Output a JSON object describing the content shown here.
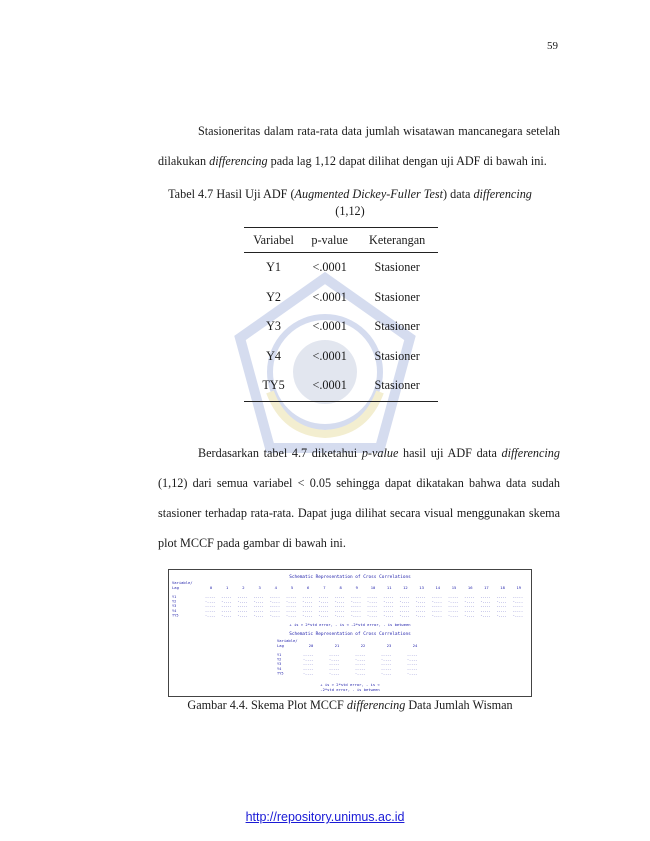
{
  "page_number": "59",
  "paragraph1": {
    "line1": "Stasioneritas dalam rata-rata data jumlah wisatawan mancanegara setelah",
    "line2_prefix": "dilakukan ",
    "line2_italic": "differencing",
    "line2_suffix": " pada lag 1,12 dapat dilihat dengan uji ADF di bawah ini."
  },
  "table_caption": {
    "prefix": "Tabel 4.7 Hasil Uji ADF (",
    "italic": "Augmented Dickey-Fuller Test",
    "mid": ") data ",
    "italic2": "differencing",
    "line2": "(1,12)"
  },
  "table": {
    "headers": [
      "Variabel",
      "p-value",
      "Keterangan"
    ],
    "rows": [
      [
        "Y1",
        "<.0001",
        "Stasioner"
      ],
      [
        "Y2",
        "<.0001",
        "Stasioner"
      ],
      [
        "Y3",
        "<.0001",
        "Stasioner"
      ],
      [
        "Y4",
        "<.0001",
        "Stasioner"
      ],
      [
        "TY5",
        "<.0001",
        "Stasioner"
      ]
    ]
  },
  "paragraph2": {
    "part1": "Berdasarkan tabel 4.7 diketahui ",
    "italic1": "p-value",
    "part2": " hasil uji ADF data ",
    "italic2": "differencing",
    "part3": " (1,12) dari semua variabel < 0.05 sehingga dapat dikatakan bahwa data sudah stasioner terhadap rata-rata. Dapat juga dilihat secara visual menggunakan skema plot MCCF pada gambar di bawah ini."
  },
  "figure": {
    "title1": "Schematic Representation of Cross Correlations",
    "var_label": "Variable/",
    "lag_label": "Lag",
    "lags1": [
      "0",
      "1",
      "2",
      "3",
      "4",
      "5",
      "6",
      "7",
      "8",
      "9",
      "10",
      "11",
      "12",
      "13",
      "14",
      "15",
      "16",
      "17",
      "18",
      "19"
    ],
    "vars": [
      "Y1",
      "Y2",
      "Y3",
      "Y4",
      "TY5"
    ],
    "legend1": "+ is > 2*std error,  - is < -2*std error,  . is between",
    "title2": "Schematic Representation of Cross Correlations",
    "lags2": [
      "20",
      "21",
      "22",
      "23",
      "24"
    ],
    "legend2a": "+ is > 2*std error,  - is <",
    "legend2b": "-2*std error,  . is between"
  },
  "figure_caption": {
    "prefix": "Gambar 4.4. Skema Plot MCCF ",
    "italic": "differencing",
    "suffix": " Data Jumlah Wisman"
  },
  "footer_link": "http://repository.unimus.ac.id",
  "colors": {
    "link": "#1a1ad6",
    "figure_text": "#1a1aa8"
  }
}
